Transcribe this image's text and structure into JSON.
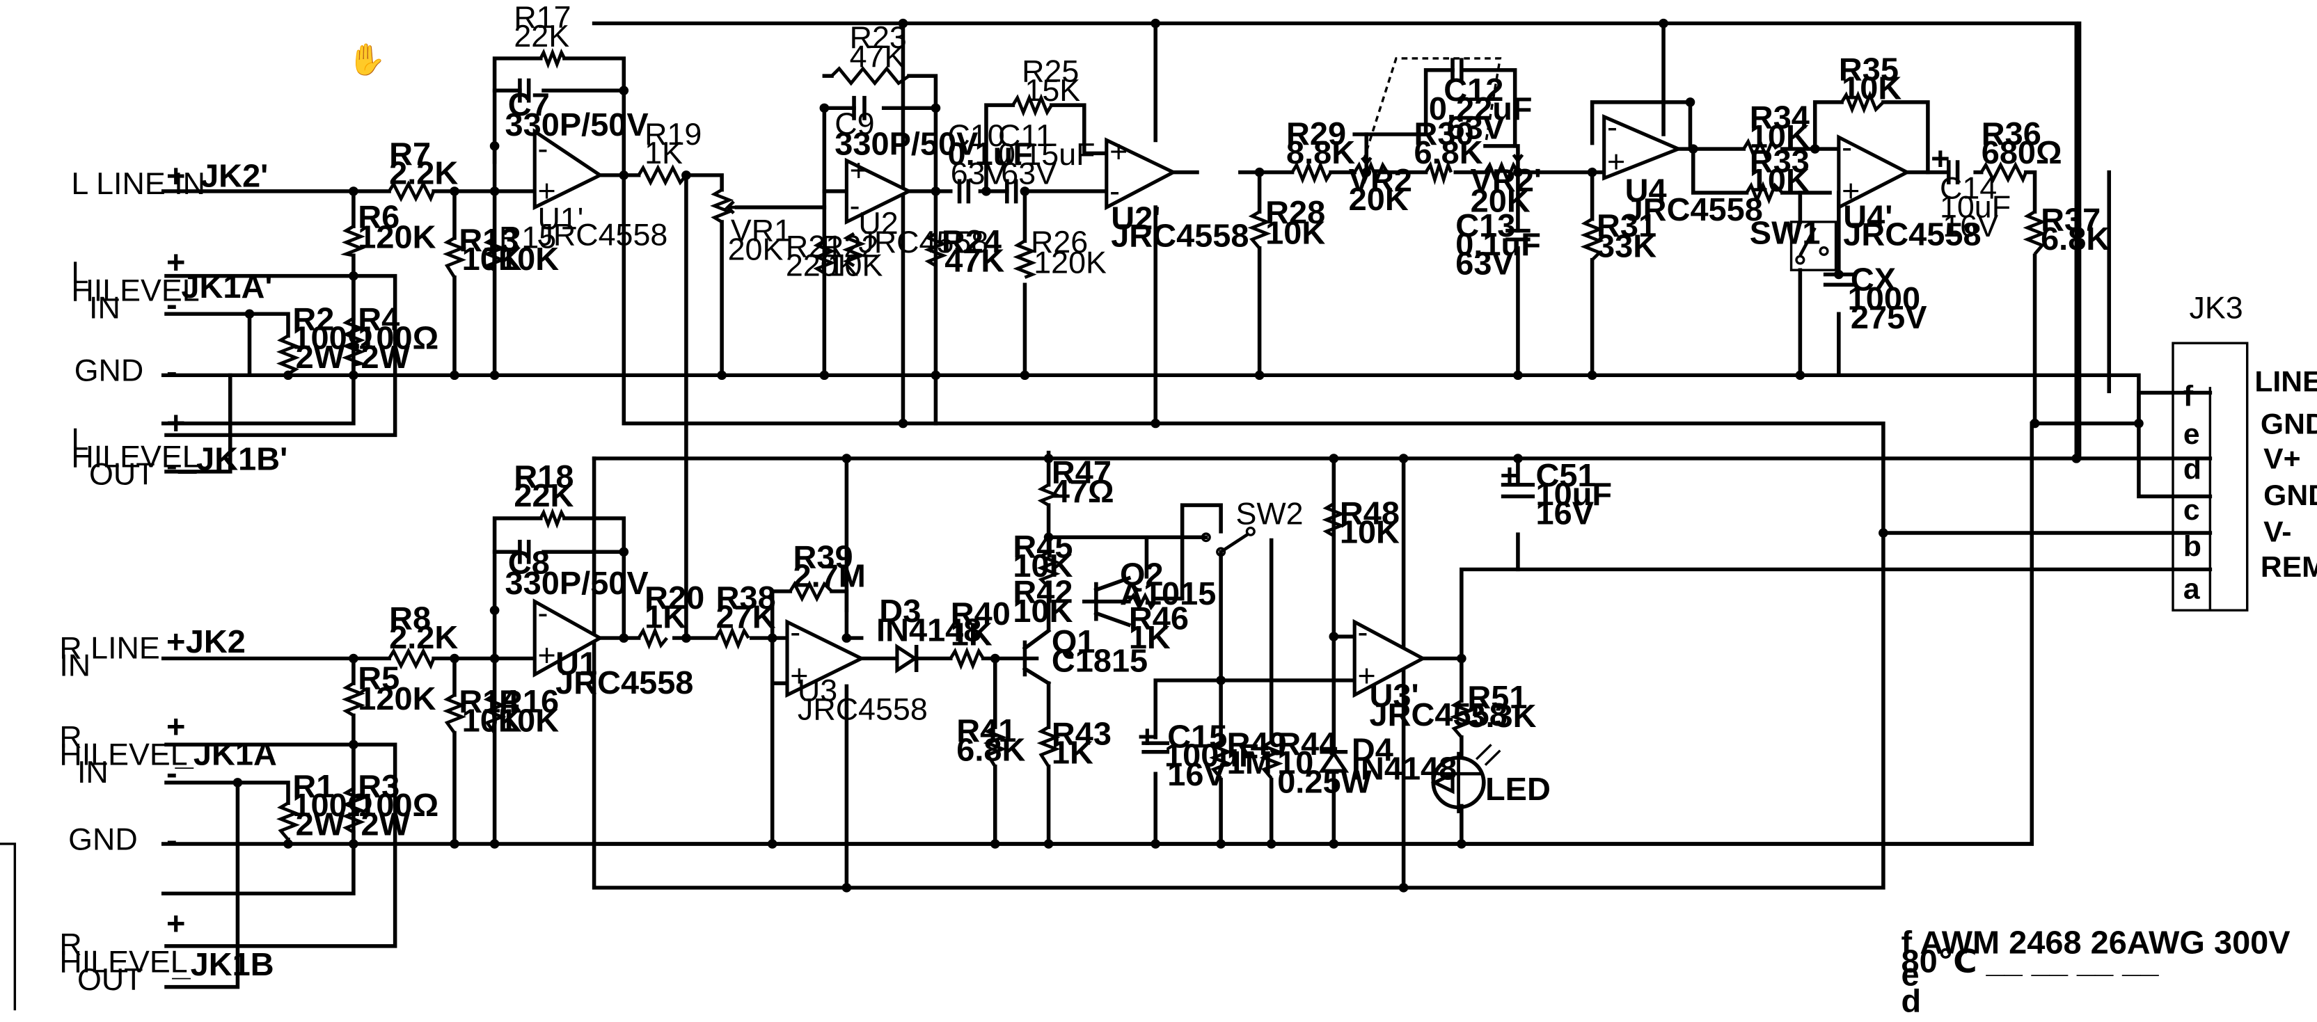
{
  "connectors": {
    "l_line_in": "L LINE IN",
    "l_hilevel_in": [
      "L",
      "HILEVEL",
      "IN"
    ],
    "gnd_top": "GND",
    "l_hilevel_out": [
      "L",
      "HILEVEL",
      "OUT"
    ],
    "r_line_in": [
      "R LINE",
      "IN"
    ],
    "r_hilevel_in": [
      "R",
      "HILEVEL",
      "IN"
    ],
    "gnd_bottom": "GND",
    "r_hilevel_out": [
      "R",
      "HILEVEL",
      "OUT"
    ],
    "jk2p": "JK2'",
    "jk1ap": "JK1A'",
    "jk1bp": "_JK1B'",
    "jk2": "JK2",
    "jk1a": "_JK1A",
    "jk1b": "_JK1B",
    "jk3": "JK3"
  },
  "jk3_pins": [
    {
      "pin": "f",
      "label": "LINE OUT"
    },
    {
      "pin": "",
      "label": "GND"
    },
    {
      "pin": "e",
      "label": "V+"
    },
    {
      "pin": "d",
      "label": "GND"
    },
    {
      "pin": "c",
      "label": "V-"
    },
    {
      "pin": "b",
      "label": "REM"
    },
    {
      "pin": "a",
      "label": ""
    }
  ],
  "components": {
    "r17": [
      "R17",
      "22K"
    ],
    "c7": [
      "C7",
      "330P/50V"
    ],
    "r7": [
      "R7",
      "2.2K"
    ],
    "r6": [
      "R6",
      "120K"
    ],
    "r2": [
      "R2",
      "100Ω",
      "2W"
    ],
    "r4": [
      "R4",
      "100Ω",
      "2W"
    ],
    "r13": [
      "R13",
      "10K"
    ],
    "r15": [
      "R15",
      "10K"
    ],
    "u1p": [
      "U1'",
      "JRC4558"
    ],
    "r19": [
      "R19",
      "1K"
    ],
    "vr1": [
      "VR1",
      "20K"
    ],
    "r23": [
      "R23",
      "47K"
    ],
    "c9": [
      "C9",
      "330P/50V"
    ],
    "r21": [
      "R21",
      "220K"
    ],
    "r22": [
      "R22",
      "10K"
    ],
    "u2": [
      "U2",
      "JRC4558"
    ],
    "r24": [
      "R24",
      "47K"
    ],
    "c10": [
      "C10",
      "0.1uF",
      "63V"
    ],
    "c11": [
      "C11",
      "0.15uF",
      "63V"
    ],
    "r25": [
      "R25",
      "15K"
    ],
    "r26": [
      "R26",
      "120K"
    ],
    "u2p": [
      "U2'",
      "JRC4558"
    ],
    "r29": [
      "R29",
      "8.8K"
    ],
    "r28": [
      "R28",
      "10K"
    ],
    "vr2": [
      "VR2",
      "20K"
    ],
    "r30": [
      "R30",
      "6.8K"
    ],
    "vr2p": [
      "VR2'",
      "20K"
    ],
    "c12": [
      "C12",
      "0.22uF",
      "63V"
    ],
    "c13": [
      "C13",
      "0.1uF",
      "63V"
    ],
    "u4": [
      "U4",
      "JRC4558"
    ],
    "r31": [
      "R31",
      "33K"
    ],
    "r34": [
      "R34",
      "10K"
    ],
    "r33": [
      "R33",
      "10K"
    ],
    "r35": [
      "R35",
      "10K"
    ],
    "sw1": [
      "SW1"
    ],
    "u4p": [
      "U4'",
      "JRC4558"
    ],
    "cx": [
      "CX",
      "1000",
      "275V"
    ],
    "r36": [
      "R36",
      "680Ω"
    ],
    "c14": [
      "C14",
      "10uF",
      "16V"
    ],
    "r37": [
      "R37",
      "6.8K"
    ],
    "r18": [
      "R18",
      "22K"
    ],
    "c8": [
      "C8",
      "330P/50V"
    ],
    "r8": [
      "R8",
      "2.2K"
    ],
    "r5": [
      "R5",
      "120K"
    ],
    "r1": [
      "R1",
      "100Ω",
      "2W"
    ],
    "r3": [
      "R3",
      "100Ω",
      "2W"
    ],
    "r14": [
      "R14",
      "10K"
    ],
    "r16": [
      "R16",
      "10K"
    ],
    "u1": [
      "U1",
      "JRC4558"
    ],
    "r20": [
      "R20",
      "1K"
    ],
    "r38": [
      "R38",
      "27K"
    ],
    "r39": [
      "R39",
      "2.7M"
    ],
    "u3": [
      "U3",
      "JRC4558"
    ],
    "d3": [
      "D3",
      "IN4148"
    ],
    "r40": [
      "R40",
      "1K"
    ],
    "r41": [
      "R41",
      "6.8K"
    ],
    "r47": [
      "R47",
      "47Ω"
    ],
    "r45": [
      "R45",
      "10K"
    ],
    "r42": [
      "R42",
      "10K"
    ],
    "q2": [
      "Q2",
      "A1015"
    ],
    "r46": [
      "R46",
      "1K"
    ],
    "q1": [
      "Q1",
      "C1815"
    ],
    "r43": [
      "R43",
      "1K"
    ],
    "sw2": [
      "SW2"
    ],
    "c15": [
      "C15",
      "100uF",
      "16V"
    ],
    "r49": [
      "R49",
      "1M"
    ],
    "r44": [
      "R44",
      "10",
      "0.25W"
    ],
    "d4": [
      "D4",
      "IN4148"
    ],
    "r48": [
      "R48",
      "10K"
    ],
    "u3p": [
      "U3'",
      "JRC4558"
    ],
    "r51": [
      "R51",
      "3.3K"
    ],
    "led": [
      "LED"
    ],
    "c51": [
      "C51",
      "10uF",
      "16V"
    ]
  },
  "wire_note": [
    "f  AWM 2468 26AWG 300V",
    "80℃ __ __ __ __",
    "e",
    "d"
  ]
}
